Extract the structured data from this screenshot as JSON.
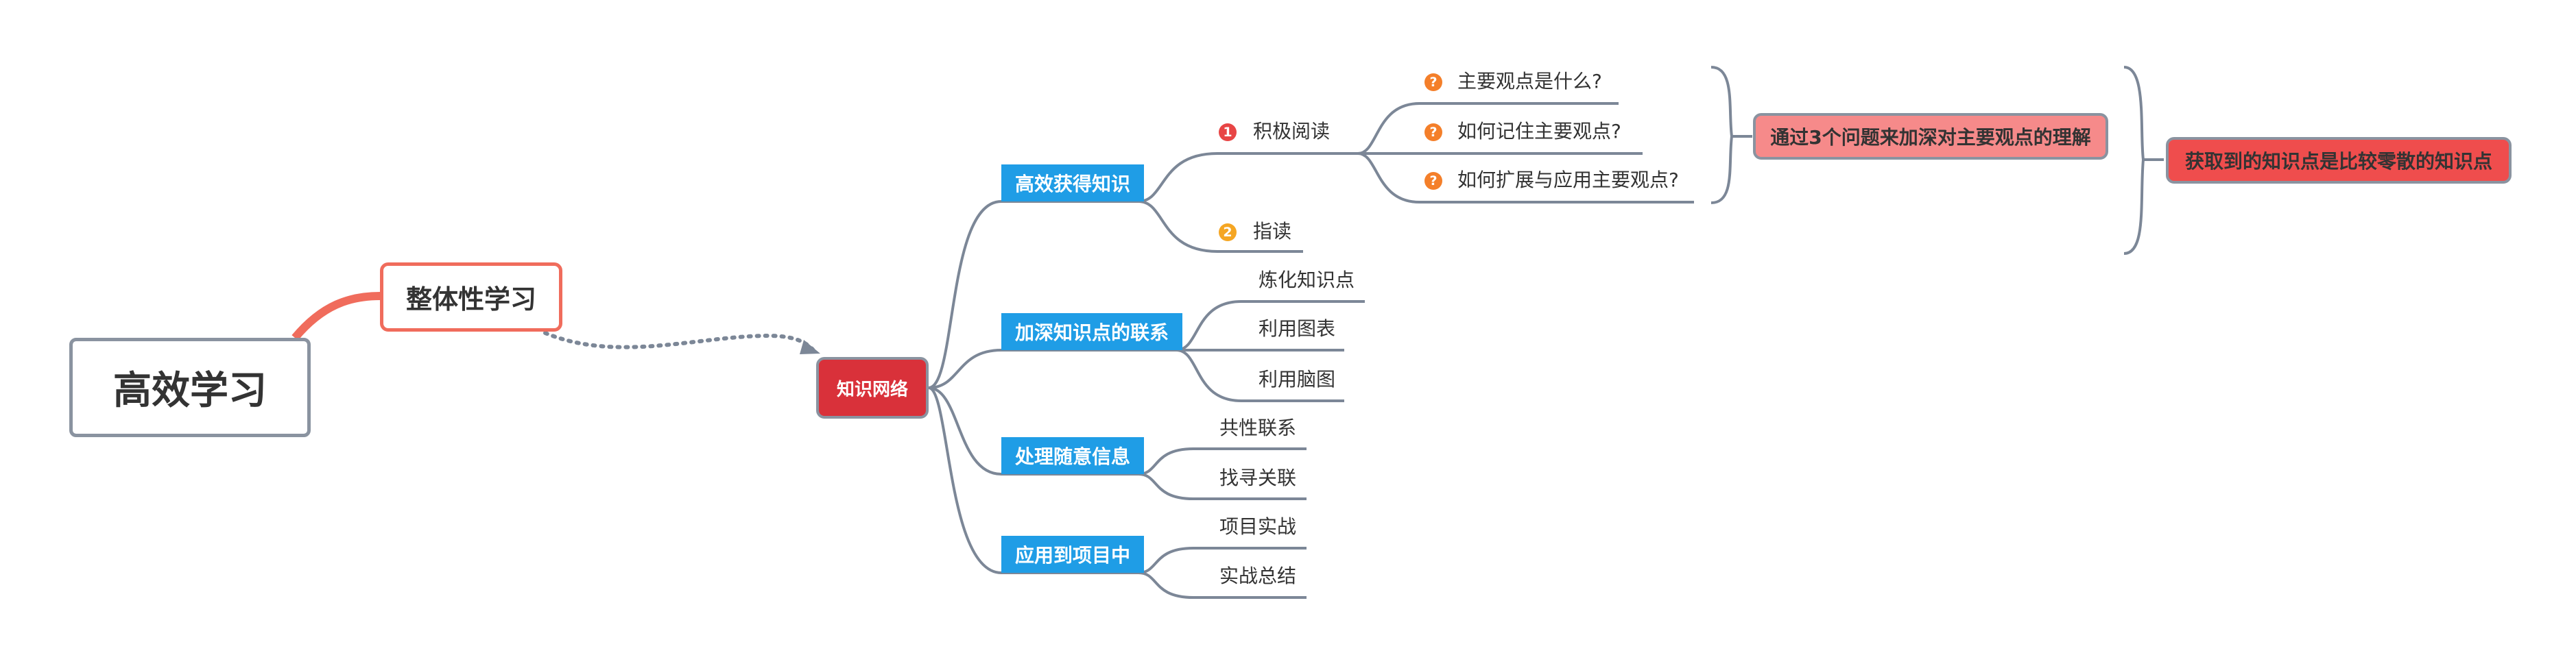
{
  "root": "高效学习",
  "holistic": "整体性学习",
  "network": "知识网络",
  "branches": [
    {
      "title": "高效获得知识",
      "children": [
        {
          "label": "积极阅读",
          "marker": "1",
          "questions": [
            "主要观点是什么?",
            "如何记住主要观点?",
            "如何扩展与应用主要观点?"
          ]
        },
        {
          "label": "指读",
          "marker": "2"
        }
      ]
    },
    {
      "title": "加深知识点的联系",
      "children": [
        "炼化知识点",
        "利用图表",
        "利用脑图"
      ]
    },
    {
      "title": "处理随意信息",
      "children": [
        "共性联系",
        "找寻关联"
      ]
    },
    {
      "title": "应用到项目中",
      "children": [
        "项目实战",
        "实战总结"
      ]
    }
  ],
  "summary1": "通过3个问题来加深对主要观点的理解",
  "summary2": "获取到的知识点是比较零散的知识点",
  "question_marker": "?",
  "colors": {
    "line": "#7c8797",
    "tag_blue": "#1f9de6",
    "network_red": "#d9313a",
    "holistic_border": "#f06c5c",
    "summary1_fill": "#f68a8a",
    "summary2_fill": "#ef4d4d"
  }
}
